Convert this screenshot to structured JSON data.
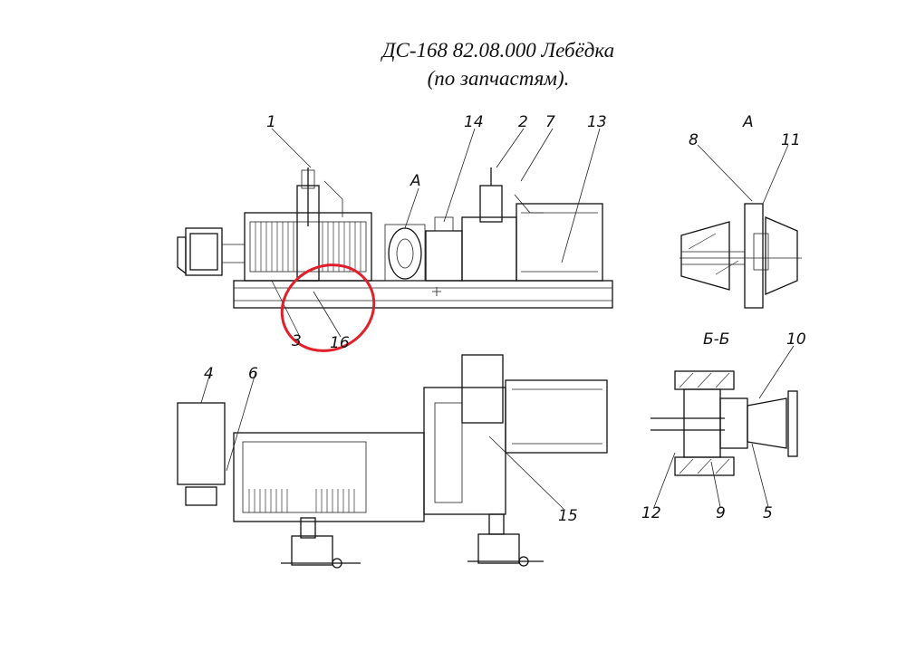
{
  "title": {
    "line1": "ДС-168 82.08.000 Лебёдка",
    "line2": "(по запчастям)."
  },
  "labels": {
    "p1": "1",
    "p2": "2",
    "p3": "3",
    "p4": "4",
    "p5": "5",
    "p6": "6",
    "p7": "7",
    "p8": "8",
    "p9": "9",
    "p10": "10",
    "p11": "11",
    "p12": "12",
    "p13": "13",
    "p14": "14",
    "p15": "15",
    "p16": "16",
    "view_a_main": "А",
    "view_a_detail": "А",
    "section_bb": "Б-Б"
  },
  "highlight": {
    "color": "#e0202a",
    "target": "16"
  }
}
